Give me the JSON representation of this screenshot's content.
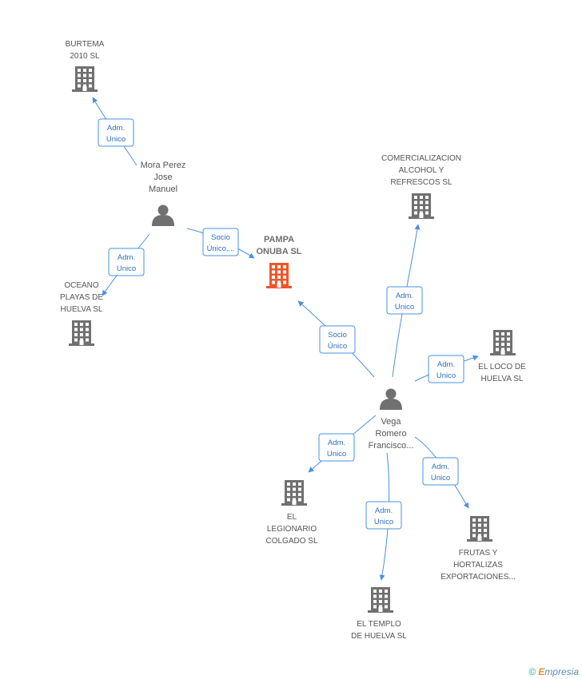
{
  "colors": {
    "edge": "#4a90e2",
    "role_text": "#2f6fbf",
    "node_gray": "#707070",
    "node_highlight": "#f0562a"
  },
  "nodes": {
    "burtema": {
      "type": "company",
      "label": [
        "BURTEMA",
        "2010 SL"
      ]
    },
    "mora": {
      "type": "person",
      "label": [
        "Mora Perez",
        "Jose",
        "Manuel"
      ]
    },
    "pampa": {
      "type": "company",
      "main": true,
      "label": [
        "PAMPA",
        "ONUBA SL"
      ]
    },
    "oceano": {
      "type": "company",
      "label": [
        "OCEANO",
        "PLAYAS DE",
        "HUELVA SL"
      ]
    },
    "comercializacion": {
      "type": "company",
      "label": [
        "COMERCIALIZACION",
        "ALCOHOL Y",
        "REFRESCOS SL"
      ]
    },
    "loco": {
      "type": "company",
      "label": [
        "EL LOCO DE",
        "HUELVA SL"
      ]
    },
    "vega": {
      "type": "person",
      "label": [
        "Vega",
        "Romero",
        "Francisco..."
      ]
    },
    "legionario": {
      "type": "company",
      "label": [
        "EL",
        "LEGIONARIO",
        "COLGADO SL"
      ]
    },
    "frutas": {
      "type": "company",
      "label": [
        "FRUTAS Y",
        "HORTALIZAS",
        "EXPORTACIONES..."
      ]
    },
    "templo": {
      "type": "company",
      "label": [
        "EL TEMPLO",
        "DE HUELVA SL"
      ]
    }
  },
  "edges": [
    {
      "id": "mora-burtema",
      "from": "mora",
      "to": "burtema",
      "role": [
        "Adm.",
        "Unico"
      ]
    },
    {
      "id": "mora-pampa",
      "from": "mora",
      "to": "pampa",
      "role": [
        "Socio",
        "Único,..."
      ]
    },
    {
      "id": "mora-oceano",
      "from": "mora",
      "to": "oceano",
      "role": [
        "Adm.",
        "Unico"
      ]
    },
    {
      "id": "vega-comercializacion",
      "from": "vega",
      "to": "comercializacion",
      "role": [
        "Adm.",
        "Unico"
      ]
    },
    {
      "id": "vega-pampa",
      "from": "vega",
      "to": "pampa",
      "role": [
        "Socio",
        "Único"
      ]
    },
    {
      "id": "vega-loco",
      "from": "vega",
      "to": "loco",
      "role": [
        "Adm.",
        "Unico"
      ]
    },
    {
      "id": "vega-legionario",
      "from": "vega",
      "to": "legionario",
      "role": [
        "Adm.",
        "Unico"
      ]
    },
    {
      "id": "vega-frutas",
      "from": "vega",
      "to": "frutas",
      "role": [
        "Adm.",
        "Unico"
      ]
    },
    {
      "id": "vega-templo",
      "from": "vega",
      "to": "templo",
      "role": [
        "Adm.",
        "Unico"
      ]
    }
  ],
  "footer": {
    "copyright": "©",
    "brand_initial": "E",
    "brand_rest": "mpresia"
  }
}
